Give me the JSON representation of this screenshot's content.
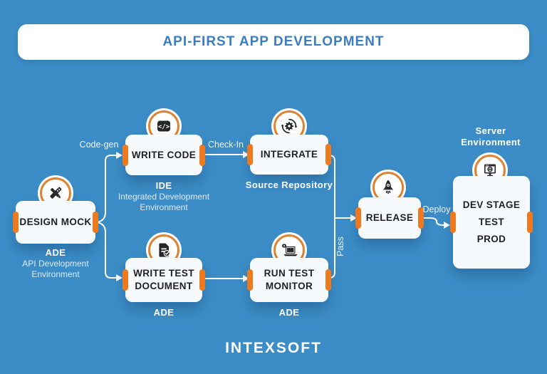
{
  "title": "API-FIRST APP DEVELOPMENT",
  "logo": "INTEXSOFT",
  "nodes": {
    "design_mock": {
      "label": "DESIGN MOCK",
      "caption_bold": "ADE",
      "caption": "API Development\nEnvironment",
      "icon": "design-tools-icon"
    },
    "write_code": {
      "label": "WRITE CODE",
      "caption_bold": "IDE",
      "caption": "Integrated Development\nEnvironment",
      "icon": "code-icon"
    },
    "integrate": {
      "label": "INTEGRATE",
      "caption_bold": "Source Repository",
      "icon": "sync-gear-icon"
    },
    "write_test_document": {
      "label": "WRITE TEST\nDOCUMENT",
      "caption_bold": "ADE",
      "icon": "document-check-icon"
    },
    "run_test_monitor": {
      "label": "RUN TEST\nMONITOR",
      "caption_bold": "ADE",
      "icon": "laptop-gear-icon"
    },
    "release": {
      "label": "RELEASE",
      "icon": "rocket-icon"
    },
    "server_environment": {
      "label": "DEV STAGE\nTEST\nPROD",
      "caption_top": "Server\nEnvironment",
      "icon": "monitor-icon"
    }
  },
  "edge_labels": {
    "code_gen": "Code-gen",
    "check_in": "Check-In",
    "pass": "Pass",
    "deploy": "Deploy"
  },
  "colors": {
    "background": "#3C8DC7",
    "accent_orange": "#EE7A1F",
    "title_blue": "#3A7EC1",
    "box_fill": "#F7FAFC",
    "box_text": "#202125",
    "connector": "#FFFFFF"
  }
}
